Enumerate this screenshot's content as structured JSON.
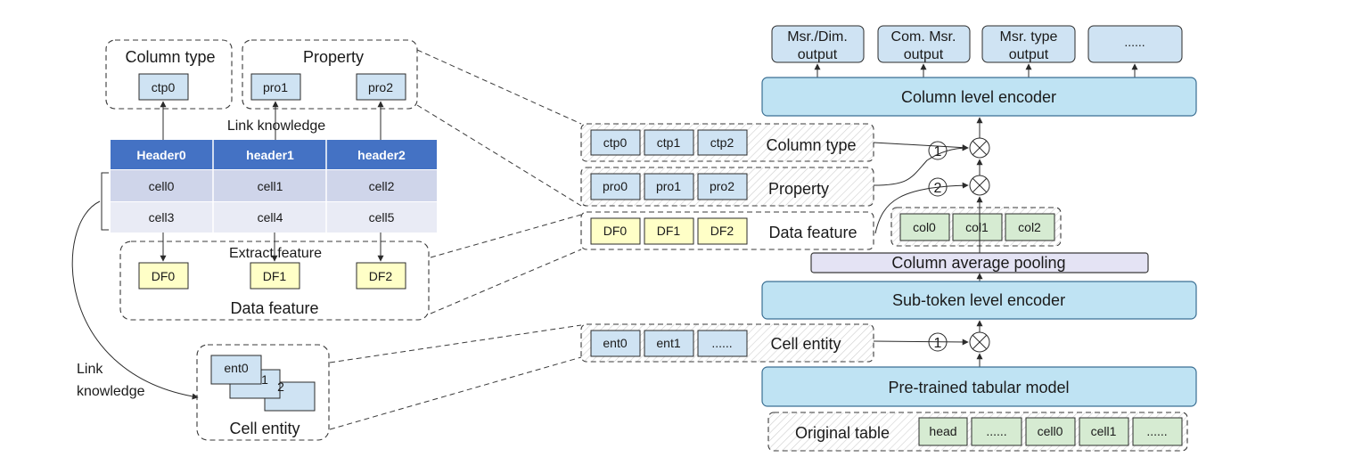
{
  "left": {
    "column_type": {
      "title": "Column type",
      "items": [
        "ctp0"
      ]
    },
    "property": {
      "title": "Property",
      "items": [
        "pro1",
        "pro2"
      ]
    },
    "link_knowledge_top": "Link knowledge",
    "table": {
      "headers": [
        "Header0",
        "header1",
        "header2"
      ],
      "rows": [
        [
          "cell0",
          "cell1",
          "cell2"
        ],
        [
          "cell3",
          "cell4",
          "cell5"
        ]
      ]
    },
    "extract_feature": "Extract feature",
    "data_feature": {
      "title": "Data feature",
      "items": [
        "DF0",
        "DF1",
        "DF2"
      ]
    },
    "link_knowledge_side": [
      "Link",
      "knowledge"
    ],
    "cell_entity": {
      "title": "Cell entity",
      "items": [
        "ent0",
        "1",
        "2"
      ]
    }
  },
  "middle": {
    "column_type": {
      "label": "Column type",
      "items": [
        "ctp0",
        "ctp1",
        "ctp2"
      ]
    },
    "property": {
      "label": "Property",
      "items": [
        "pro0",
        "pro1",
        "pro2"
      ]
    },
    "data_feature": {
      "label": "Data feature",
      "items": [
        "DF0",
        "DF1",
        "DF2"
      ]
    },
    "cell_entity": {
      "label": "Cell entity",
      "items": [
        "ent0",
        "ent1",
        "......"
      ]
    }
  },
  "right": {
    "outputs": [
      [
        "Msr./Dim.",
        "output"
      ],
      [
        "Com. Msr.",
        "output"
      ],
      [
        "Msr. type",
        "output"
      ],
      [
        "......"
      ]
    ],
    "column_encoder": "Column level encoder",
    "markers": [
      "1",
      "2",
      "1"
    ],
    "cols": [
      "col0",
      "col1",
      "col2"
    ],
    "pooling": "Column average pooling",
    "subtoken_encoder": "Sub-token level encoder",
    "pretrained": "Pre-trained tabular model",
    "original_table": {
      "label": "Original table",
      "items": [
        "head",
        "......",
        "cell0",
        "cell1",
        "......"
      ]
    }
  },
  "colors": {
    "header_blue": "#4472c4",
    "entity_blue": "#cfe3f3",
    "encoder_blue": "#bfe3f3",
    "feature_yellow": "#ffffc7",
    "column_green": "#d6ebd2",
    "pooling_lavender": "#e4e3f4"
  }
}
